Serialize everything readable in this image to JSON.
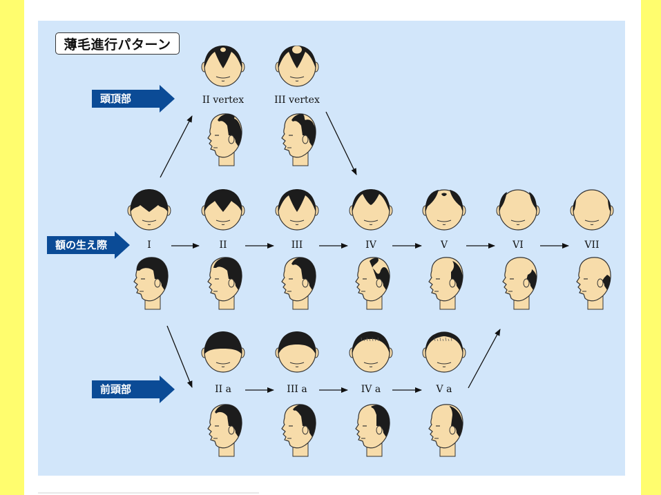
{
  "title": "薄毛進行パターン",
  "categories": {
    "crown": "頭頂部",
    "hairline": "額の生え際",
    "front": "前頭部"
  },
  "vertex_row": {
    "stages": [
      "II vertex",
      "III vertex"
    ]
  },
  "main_row": {
    "stages": [
      "I",
      "II",
      "III",
      "IV",
      "V",
      "VI",
      "VII"
    ]
  },
  "a_row": {
    "stages": [
      "II a",
      "III a",
      "IV a",
      "V a"
    ]
  },
  "colors": {
    "panel": "#d2e6fa",
    "side_bars": "#fffd6e",
    "tag_blue": "#0b4b96",
    "hair": "#1c1c1c",
    "skin": "#f7dcaa"
  }
}
